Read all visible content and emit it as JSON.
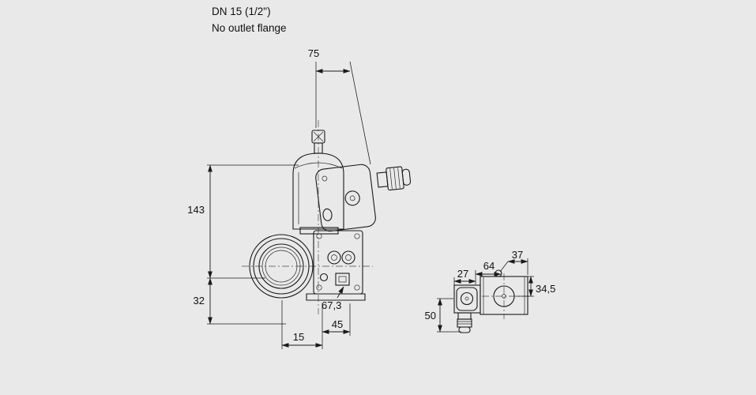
{
  "page": {
    "background": "#e9e9e9"
  },
  "header": {
    "model": "DN 15 (1/2\")",
    "variant": "No outlet flange"
  },
  "front_view": {
    "dim_top_width": "75",
    "dim_height_upper": "143",
    "dim_height_lower": "32",
    "dim_body_diag": "67,3",
    "dim_bottom_outer": "45",
    "dim_bottom_inner": "15"
  },
  "top_view": {
    "dim_right_offset": "37",
    "dim_mid_width": "64",
    "dim_coil_width": "27",
    "dim_depth": "34,5",
    "dim_height": "50"
  }
}
